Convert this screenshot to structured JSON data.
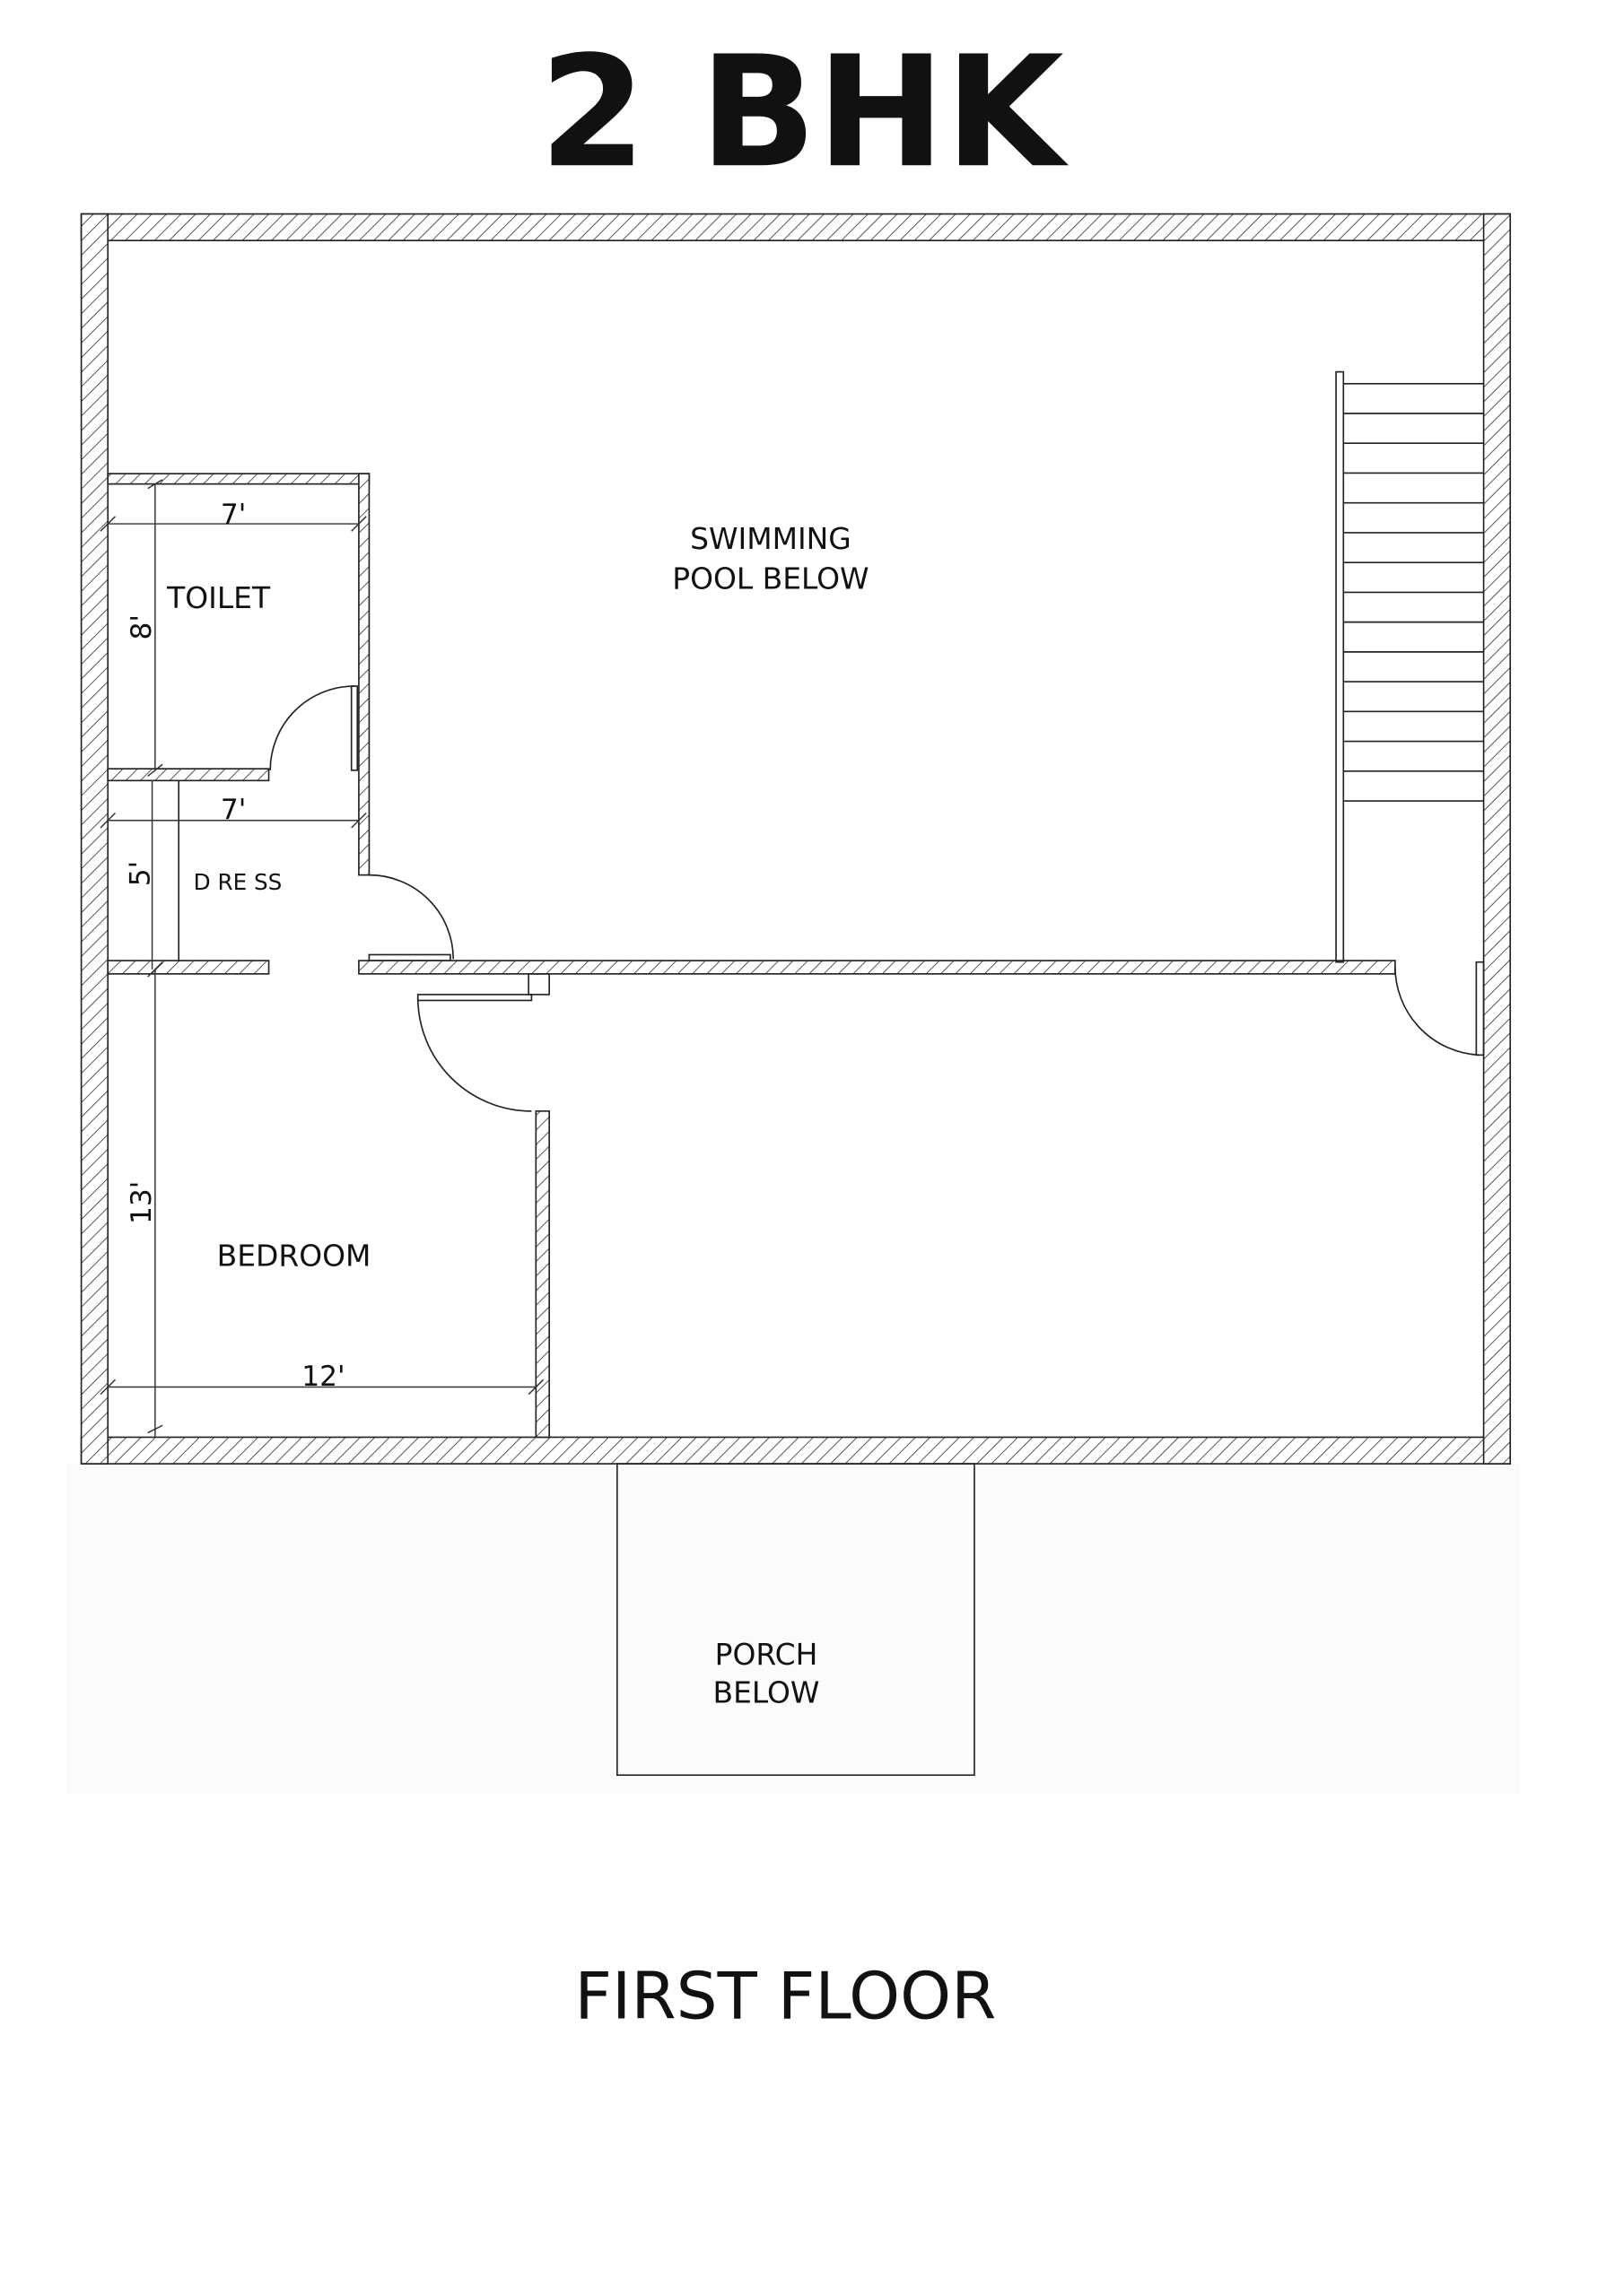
{
  "title": "2 BHK",
  "subtitle": "FIRST FLOOR",
  "rooms": {
    "toilet": "TOILET",
    "dress": "D RE SS",
    "bedroom": "BEDROOM",
    "pool_line1": "SWIMMING",
    "pool_line2": "POOL BELOW",
    "porch_line1": "PORCH",
    "porch_line2": "BELOW"
  },
  "dimensions": {
    "toilet_width": "7'",
    "toilet_length": "8'",
    "dress_width": "7'",
    "dress_length": "5'",
    "bedroom_length": "13'",
    "bedroom_width": "12'"
  }
}
